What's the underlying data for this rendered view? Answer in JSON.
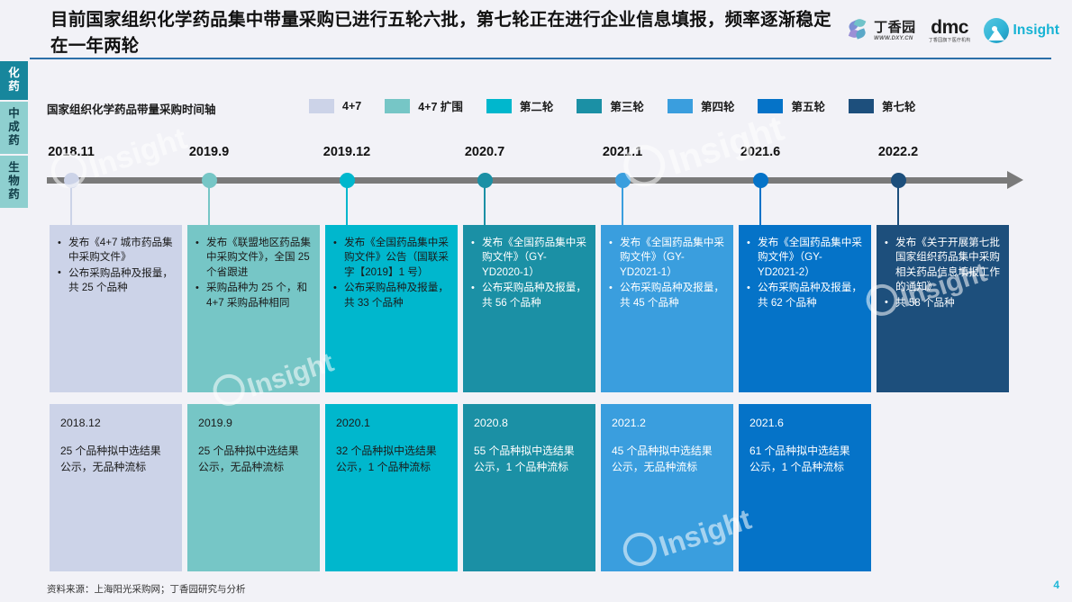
{
  "header": {
    "title": "目前国家组织化学药品集中带量采购已进行五轮六批，第七轮正在进行企业信息填报，频率逐渐稳定在一年两轮",
    "logos": {
      "dxy_cn": "丁香园",
      "dxy_url": "WWW.DXY.CN",
      "dmc_main": "dmc",
      "dmc_sub": "丁香园旗下医疗机构",
      "insight_name": "Insight"
    }
  },
  "sidebar": {
    "items": [
      {
        "label": "化药",
        "chars": [
          "化",
          "药"
        ],
        "active": true
      },
      {
        "label": "中成药",
        "chars": [
          "中",
          "成",
          "药"
        ],
        "active": false
      },
      {
        "label": "生物药",
        "chars": [
          "生",
          "物",
          "药"
        ],
        "active": false
      }
    ]
  },
  "legend": {
    "title": "国家组织化学药品带量采购时间轴",
    "items": [
      {
        "label": "4+7",
        "color": "#ccd3e8"
      },
      {
        "label": "4+7 扩围",
        "color": "#76c6c6"
      },
      {
        "label": "第二轮",
        "color": "#00b7cd"
      },
      {
        "label": "第三轮",
        "color": "#1b90a5"
      },
      {
        "label": "第四轮",
        "color": "#3a9ede"
      },
      {
        "label": "第五轮",
        "color": "#0573c8"
      },
      {
        "label": "第七轮",
        "color": "#1d4f7c"
      }
    ]
  },
  "timeline": {
    "nodes": [
      {
        "date": "2018.11",
        "color": "#ccd3e8"
      },
      {
        "date": "2019.9",
        "color": "#76c6c6"
      },
      {
        "date": "2019.12",
        "color": "#00b7cd"
      },
      {
        "date": "2020.7",
        "color": "#1b90a5"
      },
      {
        "date": "2021.1",
        "color": "#3a9ede"
      },
      {
        "date": "2021.6",
        "color": "#0573c8"
      },
      {
        "date": "2022.2",
        "color": "#1d4f7c"
      }
    ]
  },
  "event_cards": [
    {
      "color": "#ccd3e8",
      "text_light": true,
      "bullets": [
        "发布《4+7 城市药品集中采购文件》",
        "公布采购品种及报量，共 25 个品种"
      ]
    },
    {
      "color": "#76c6c6",
      "text_light": true,
      "bullets": [
        "发布《联盟地区药品集中采购文件》，全国 25 个省跟进",
        "采购品种为 25 个，和 4+7 采购品种相同"
      ]
    },
    {
      "color": "#00b7cd",
      "text_light": true,
      "bullets": [
        "发布《全国药品集中采购文件》公告（国联采字【2019】1 号）",
        "公布采购品种及报量，共 33 个品种"
      ]
    },
    {
      "color": "#1b90a5",
      "text_light": false,
      "bullets": [
        "发布《全国药品集中采购文件》（GY-YD2020-1）",
        "公布采购品种及报量，共 56 个品种"
      ]
    },
    {
      "color": "#3a9ede",
      "text_light": false,
      "bullets": [
        "发布《全国药品集中采购文件》（GY-YD2021-1）",
        "公布采购品种及报量，共 45 个品种"
      ]
    },
    {
      "color": "#0573c8",
      "text_light": false,
      "bullets": [
        "发布《全国药品集中采购文件》（GY-YD2021-2）",
        "公布采购品种及报量，共 62 个品种"
      ]
    },
    {
      "color": "#1d4f7c",
      "text_light": false,
      "bullets": [
        "发布《关于开展第七批国家组织药品集中采购相关药品信息填报工作的通知》",
        "共 58 个品种"
      ]
    }
  ],
  "result_cards": [
    {
      "color": "#ccd3e8",
      "text_light": true,
      "date": "2018.12",
      "text": "25 个品种拟中选结果公示，无品种流标"
    },
    {
      "color": "#76c6c6",
      "text_light": true,
      "date": "2019.9",
      "text": "25 个品种拟中选结果公示，无品种流标"
    },
    {
      "color": "#00b7cd",
      "text_light": true,
      "date": "2020.1",
      "text": "32 个品种拟中选结果公示，1 个品种流标"
    },
    {
      "color": "#1b90a5",
      "text_light": false,
      "date": "2020.8",
      "text": "55 个品种拟中选结果公示，1 个品种流标"
    },
    {
      "color": "#3a9ede",
      "text_light": false,
      "date": "2021.2",
      "text": "45 个品种拟中选结果公示，无品种流标"
    },
    {
      "color": "#0573c8",
      "text_light": false,
      "date": "2021.6",
      "text": "61 个品种拟中选结果公示，1 个品种流标"
    }
  ],
  "footer": {
    "source": "资料来源：上海阳光采购网；丁香园研究与分析",
    "page_number": "4"
  },
  "watermarks": [
    "Insight",
    "Insight",
    "Insight",
    "Insight",
    "Insight"
  ]
}
